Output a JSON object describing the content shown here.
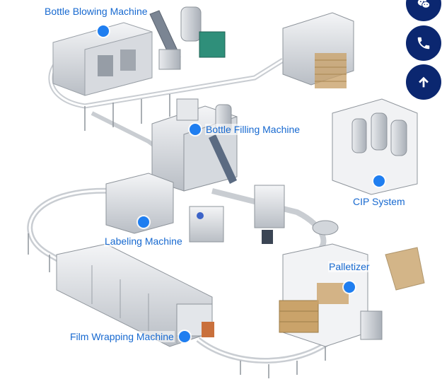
{
  "hotspots": [
    {
      "id": "bottle-blowing",
      "label": "Bottle Blowing Machine"
    },
    {
      "id": "bottle-filling",
      "label": "Bottle Filling Machine"
    },
    {
      "id": "cip-system",
      "label": "CIP System"
    },
    {
      "id": "labeling",
      "label": "Labeling Machine"
    },
    {
      "id": "palletizer",
      "label": "Palletizer"
    },
    {
      "id": "film-wrapping",
      "label": "Film Wrapping Machine"
    }
  ],
  "floating_buttons": [
    {
      "icon": "wechat-icon"
    },
    {
      "icon": "phone-icon"
    },
    {
      "icon": "arrow-up-icon"
    }
  ],
  "colors": {
    "hotspot_dot": "#1f7ef0",
    "hotspot_label": "#1769d0",
    "floating_button": "#0b2770"
  }
}
